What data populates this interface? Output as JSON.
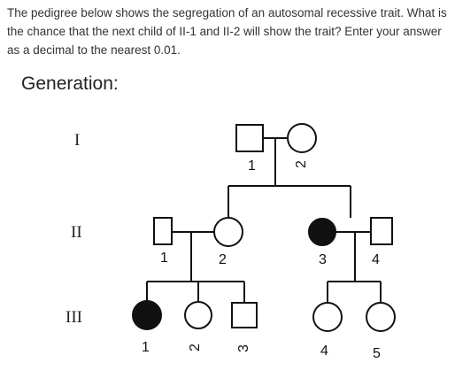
{
  "question": {
    "text": "The pedigree below shows the segregation of an autosomal recessive trait. What is the chance that the next child of II-1 and II-2 will show the trait? Enter your answer as a decimal to the nearest 0.01."
  },
  "pedigree": {
    "heading": "Generation:",
    "generations": [
      {
        "label": "I",
        "individuals": [
          {
            "number": "1",
            "sex": "male",
            "affected": false
          },
          {
            "number": "2",
            "sex": "female",
            "affected": false
          }
        ]
      },
      {
        "label": "II",
        "individuals": [
          {
            "number": "1",
            "sex": "male",
            "affected": false
          },
          {
            "number": "2",
            "sex": "female",
            "affected": false
          },
          {
            "number": "3",
            "sex": "female",
            "affected": true
          },
          {
            "number": "4",
            "sex": "male",
            "affected": false
          }
        ]
      },
      {
        "label": "III",
        "individuals": [
          {
            "number": "1",
            "sex": "female",
            "affected": true
          },
          {
            "number": "2",
            "sex": "female",
            "affected": false
          },
          {
            "number": "3",
            "sex": "male",
            "affected": false
          },
          {
            "number": "4",
            "sex": "female",
            "affected": false
          },
          {
            "number": "5",
            "sex": "female",
            "affected": false
          }
        ]
      }
    ],
    "colors": {
      "line": "#111111",
      "affected_fill": "#111111",
      "unaffected_fill": "#ffffff"
    }
  }
}
